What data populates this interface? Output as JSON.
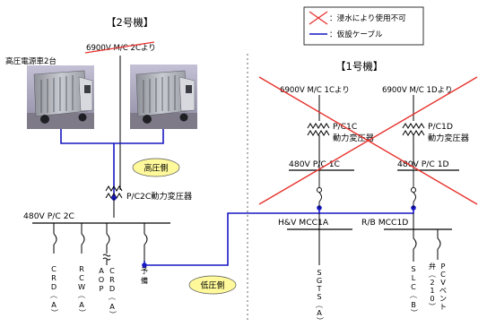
{
  "unit2": {
    "title": "【2号機】",
    "source_label": "6900V M/C 2Cより",
    "truck_label": "高圧電源車2台",
    "pc_label": "480V P/C 2C",
    "transformer_label": "P/C2C動力変圧器",
    "high_side": "高圧側",
    "low_side": "低圧側",
    "loads": [
      {
        "label": "CRD（A）",
        "chars": [
          "C",
          "R",
          "D",
          "（",
          "A",
          "）"
        ]
      },
      {
        "label": "RCW（A）",
        "chars": [
          "R",
          "C",
          "W",
          "（",
          "A",
          "）"
        ]
      },
      {
        "label": "AOP CRD（A）",
        "chars1": [
          "A",
          "O",
          "P"
        ],
        "chars2": [
          "C",
          "R",
          "D",
          "（",
          "A",
          "）"
        ]
      },
      {
        "label": "予備",
        "chars": [
          "予",
          "備"
        ]
      }
    ]
  },
  "legend": {
    "flood_label": "：浸水により使用不可",
    "cable_label": "：仮設ケーブル",
    "flood_color": "#e8312c",
    "cable_color": "#1717c4"
  },
  "unit1": {
    "title": "【1号機】",
    "source_1c": "6900V M/C 1Cより",
    "source_1d": "6900V M/C 1Dより",
    "trans_1c_a": "P/C1C",
    "trans_1c_b": "動力変圧器",
    "trans_1d_a": "P/C1D",
    "trans_1d_b": "動力変圧器",
    "pc_1c": "480V P/C 1C",
    "pc_1d": "480V P/C 1D",
    "mcc_1a": "H&V MCC1A",
    "mcc_1d": "R/B MCC1D",
    "loads": [
      {
        "label": "SGTS（A）",
        "chars": [
          "S",
          "G",
          "T",
          "S",
          "（",
          "A",
          "）"
        ]
      },
      {
        "label": "SLC（B）",
        "chars": [
          "S",
          "L",
          "C",
          "（",
          "B",
          "）"
        ]
      },
      {
        "label": "PCVベント弁（210）",
        "chars1": [
          "P",
          "C",
          "V",
          "ベ",
          "ン",
          "ト"
        ],
        "chars2": [
          "弁",
          "（",
          "2",
          "1",
          "0",
          "）"
        ]
      }
    ]
  }
}
